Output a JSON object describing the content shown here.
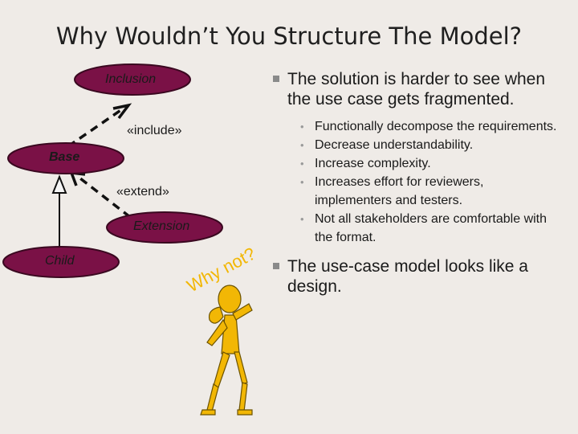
{
  "title": "Why Wouldn’t You Structure The Model?",
  "diagram": {
    "inclusion": "Inclusion",
    "base": "Base",
    "extension": "Extension",
    "child": "Child",
    "include_stereotype": "«include»",
    "extend_stereotype": "«extend»",
    "why_not": "Why not?",
    "oval_fill": "#7a1146",
    "oval_stroke": "#3a0820",
    "figure_color": "#f2b705"
  },
  "content": {
    "point1": "The solution is harder to see when the use case gets fragmented.",
    "sub_points": [
      "Functionally decompose the requirements.",
      "Decrease understandability.",
      "Increase complexity.",
      "Increases effort for reviewers, implementers and testers.",
      "Not all stakeholders are comfortable with the format."
    ],
    "point2": "The use-case model looks like a design."
  }
}
